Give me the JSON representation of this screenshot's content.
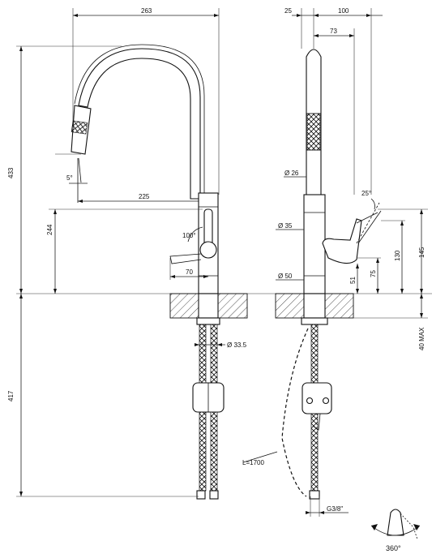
{
  "dimensions": {
    "front_width": "263",
    "front_height": "433",
    "front_spout_angle": "5°",
    "front_spout_reach": "225",
    "front_lever_height": "244",
    "front_lever_angle": "100°",
    "front_lever_reach": "70",
    "front_below_deck": "417",
    "front_hose_diameter": "Ø 33.5",
    "side_offset": "25",
    "side_depth": "100",
    "side_spout_offset": "73",
    "side_upper_diameter": "Ø 26",
    "side_lever_angle": "25°",
    "side_mid_diameter": "Ø 35",
    "side_base_diameter": "Ø 50",
    "side_height_145": "145",
    "side_height_130": "130",
    "side_height_75": "75",
    "side_height_51": "51",
    "side_deck_max": "40 MAX",
    "side_hose_length": "L=1700",
    "side_thread": "G3/8\"",
    "rotation": "360°"
  }
}
